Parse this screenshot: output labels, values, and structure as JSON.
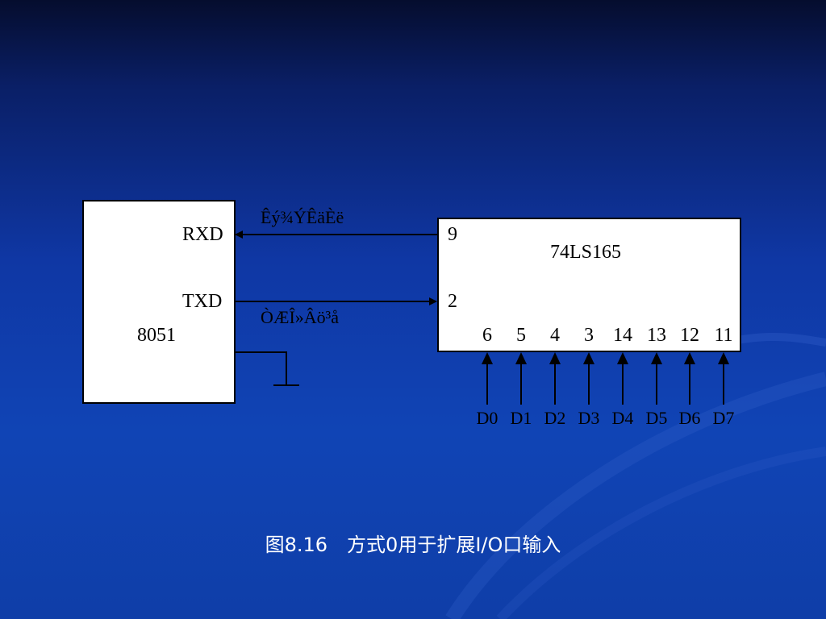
{
  "diagram": {
    "mcu": {
      "name": "8051",
      "rxd_label": "RXD",
      "txd_label": "TXD"
    },
    "shift_register": {
      "name": "74LS165",
      "serial_in_pin": "9",
      "clock_pin": "2",
      "data_pins": [
        "6",
        "5",
        "4",
        "3",
        "14",
        "13",
        "12",
        "11"
      ],
      "data_inputs": [
        "D0",
        "D1",
        "D2",
        "D3",
        "D4",
        "D5",
        "D6",
        "D7"
      ]
    },
    "rxd_wire_label": "Êý¾ÝÊäÈë",
    "txd_wire_label": "ÒÆÎ»Âö³å"
  },
  "caption": "图8.16　方式0用于扩展I/O口输入",
  "colors": {
    "line": "#000000",
    "box_fill": "#ffffff",
    "caption_text": "#ffffff"
  }
}
